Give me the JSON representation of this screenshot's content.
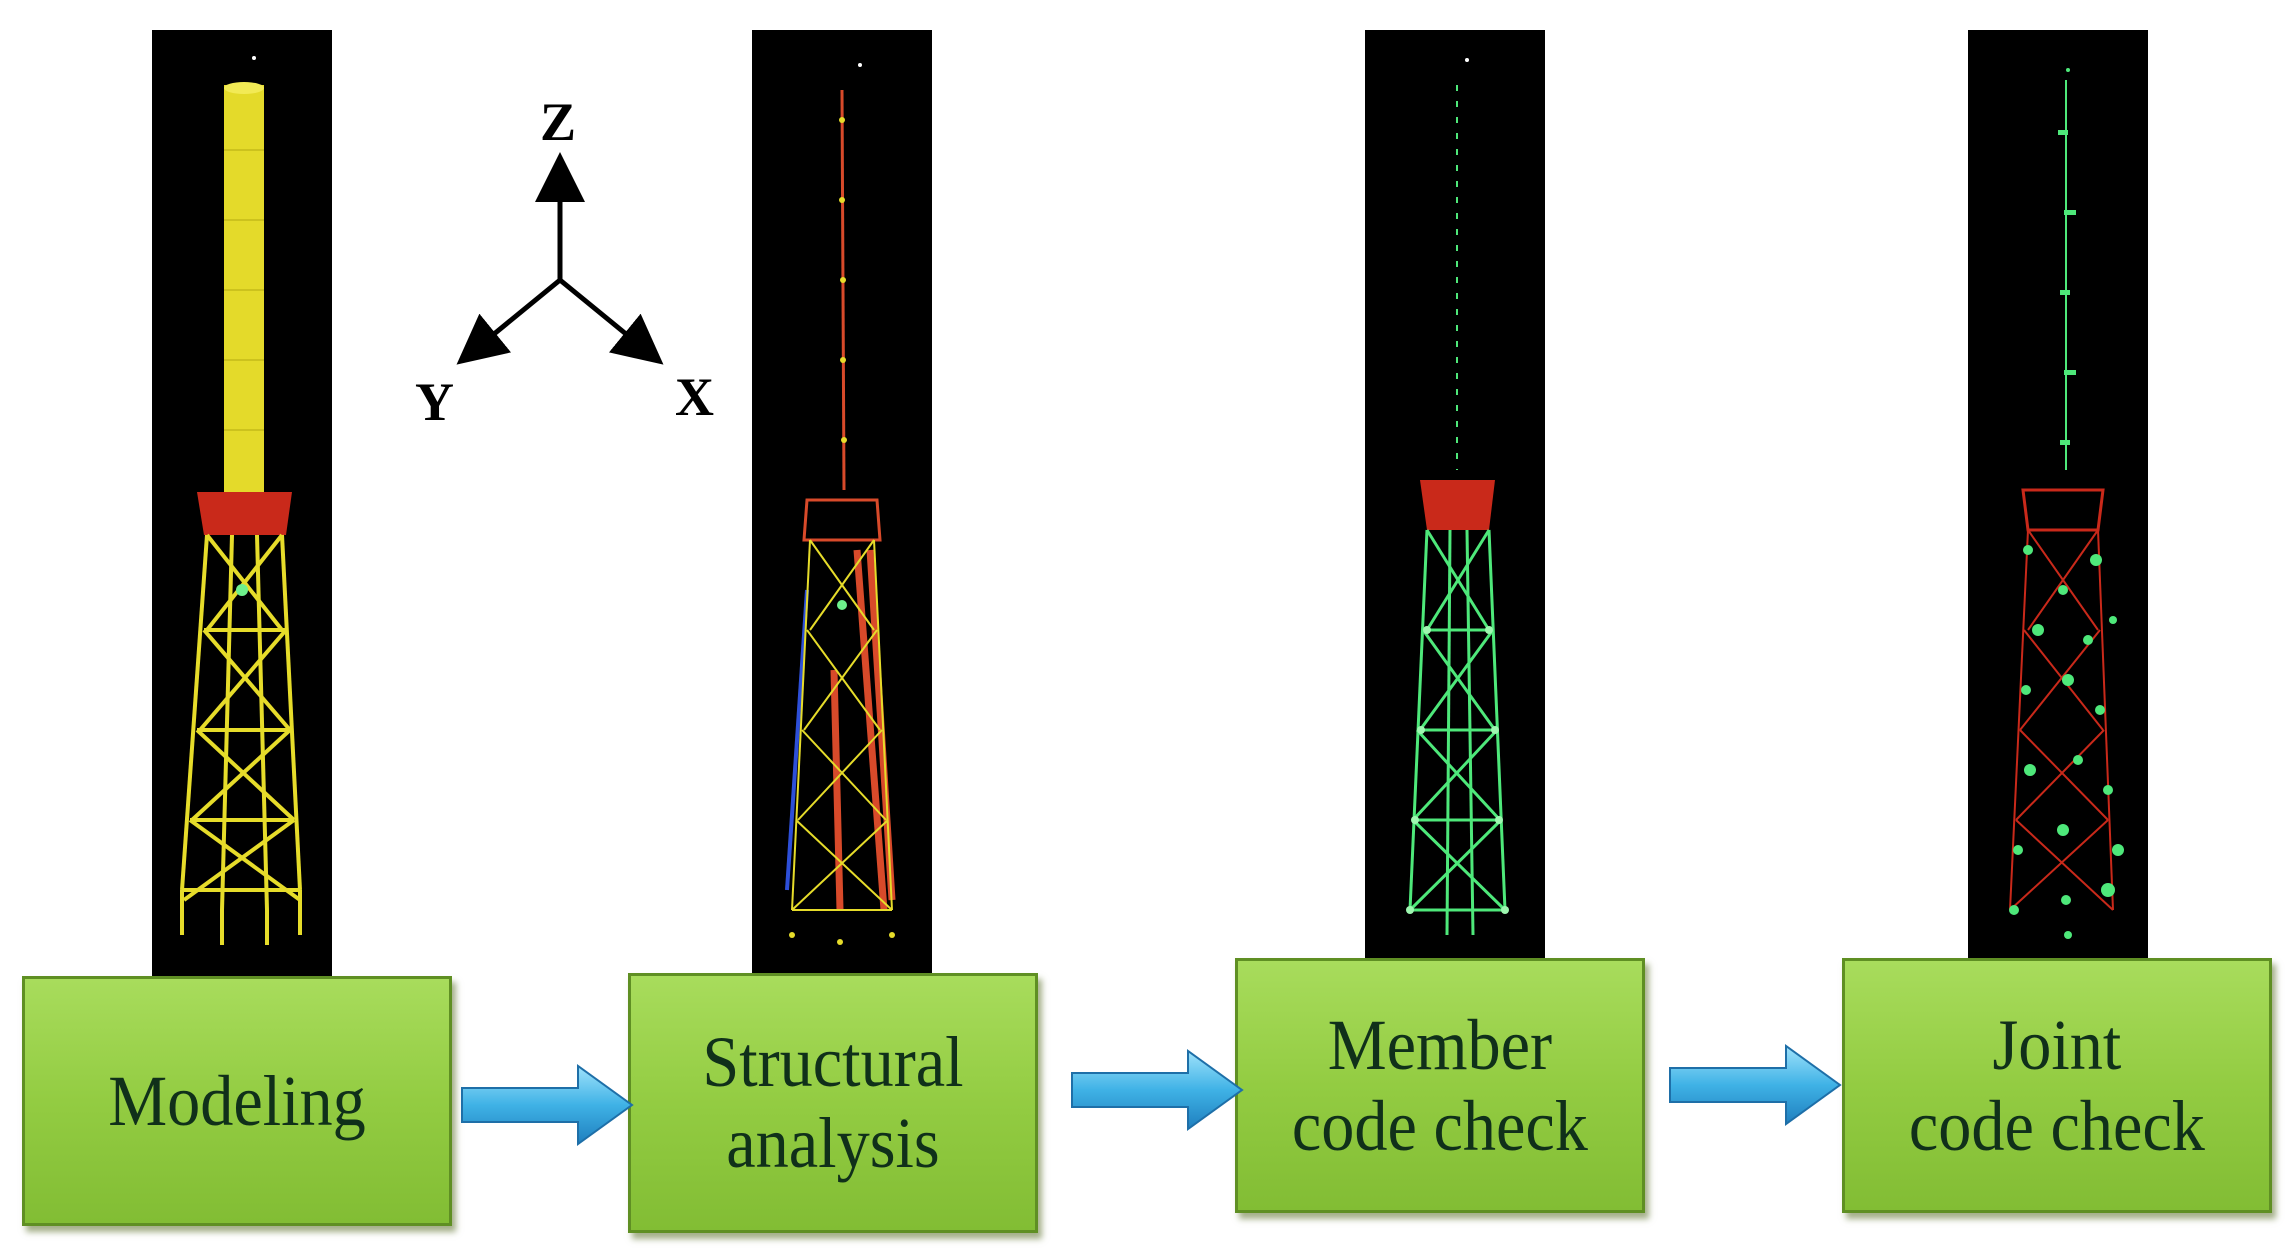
{
  "axes": {
    "z": "Z",
    "y": "Y",
    "x": "X"
  },
  "steps": [
    {
      "label": "Modeling"
    },
    {
      "label": "Structural\nanalysis"
    },
    {
      "label": "Member\ncode check"
    },
    {
      "label": "Joint\ncode check"
    }
  ],
  "colors": {
    "box_fill": "#93cc42",
    "box_border": "#5f8f23",
    "text": "#10301a",
    "arrow": "#3fb2e6",
    "panel_bg": "#000000",
    "model_yellow": "#e6dc2a",
    "deck_red": "#c9291a",
    "check_green": "#4ee87a"
  },
  "icons": [
    "xyz-axis-triad-icon",
    "flow-arrow-icon"
  ]
}
